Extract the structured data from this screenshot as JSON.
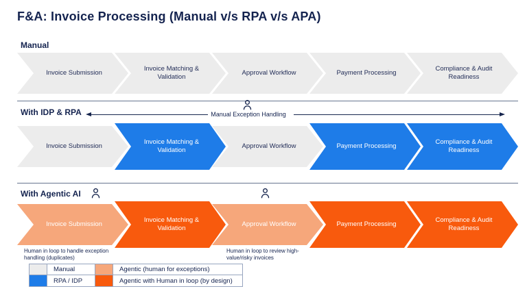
{
  "title": "F&A: Invoice Processing (Manual v/s RPA v/s APA)",
  "colors": {
    "manual_gray": "#ECECEC",
    "rpa_blue": "#1E7CE8",
    "agentic_light_orange": "#F6A77B",
    "agentic_dark_orange": "#F85A0D",
    "text_navy": "#14234F",
    "divider_gray": "#66758F"
  },
  "icons": {
    "human": "person-icon"
  },
  "rows": {
    "manual": {
      "label": "Manual",
      "chevrons": [
        {
          "text": "Invoice Submission",
          "type": "manual"
        },
        {
          "text": "Invoice Matching & Validation",
          "type": "manual"
        },
        {
          "text": "Approval Workflow",
          "type": "manual"
        },
        {
          "text": "Payment Processing",
          "type": "manual"
        },
        {
          "text": "Compliance & Audit Readiness",
          "type": "manual"
        }
      ]
    },
    "rpa": {
      "label": "With IDP & RPA",
      "exception": {
        "label": "Manual Exception Handling",
        "icon": "person-icon"
      },
      "chevrons": [
        {
          "text": "Invoice Submission",
          "type": "manual"
        },
        {
          "text": "Invoice Matching & Validation",
          "type": "rpa"
        },
        {
          "text": "Approval Workflow",
          "type": "manual"
        },
        {
          "text": "Payment Processing",
          "type": "rpa"
        },
        {
          "text": "Compliance & Audit Readiness",
          "type": "rpa"
        }
      ]
    },
    "agentic": {
      "label": "With Agentic AI",
      "chevrons": [
        {
          "text": "Invoice Submission",
          "type": "agentic_light"
        },
        {
          "text": "Invoice Matching & Validation",
          "type": "agentic_dark"
        },
        {
          "text": "Approval Workflow",
          "type": "agentic_light"
        },
        {
          "text": "Payment Processing",
          "type": "agentic_dark"
        },
        {
          "text": "Compliance & Audit Readiness",
          "type": "agentic_dark"
        }
      ],
      "notes": [
        {
          "text": "Human in loop to handle exception handling (duplicates)"
        },
        {
          "text": "Human in loop to review high-value/risky invoices"
        }
      ]
    }
  },
  "legend": {
    "items": [
      {
        "label": "Manual",
        "type": "manual"
      },
      {
        "label": "RPA / IDP",
        "type": "rpa"
      },
      {
        "label": "Agentic (human for exceptions)",
        "type": "agentic_light"
      },
      {
        "label": "Agentic with Human in loop (by design)",
        "type": "agentic_dark"
      }
    ]
  }
}
